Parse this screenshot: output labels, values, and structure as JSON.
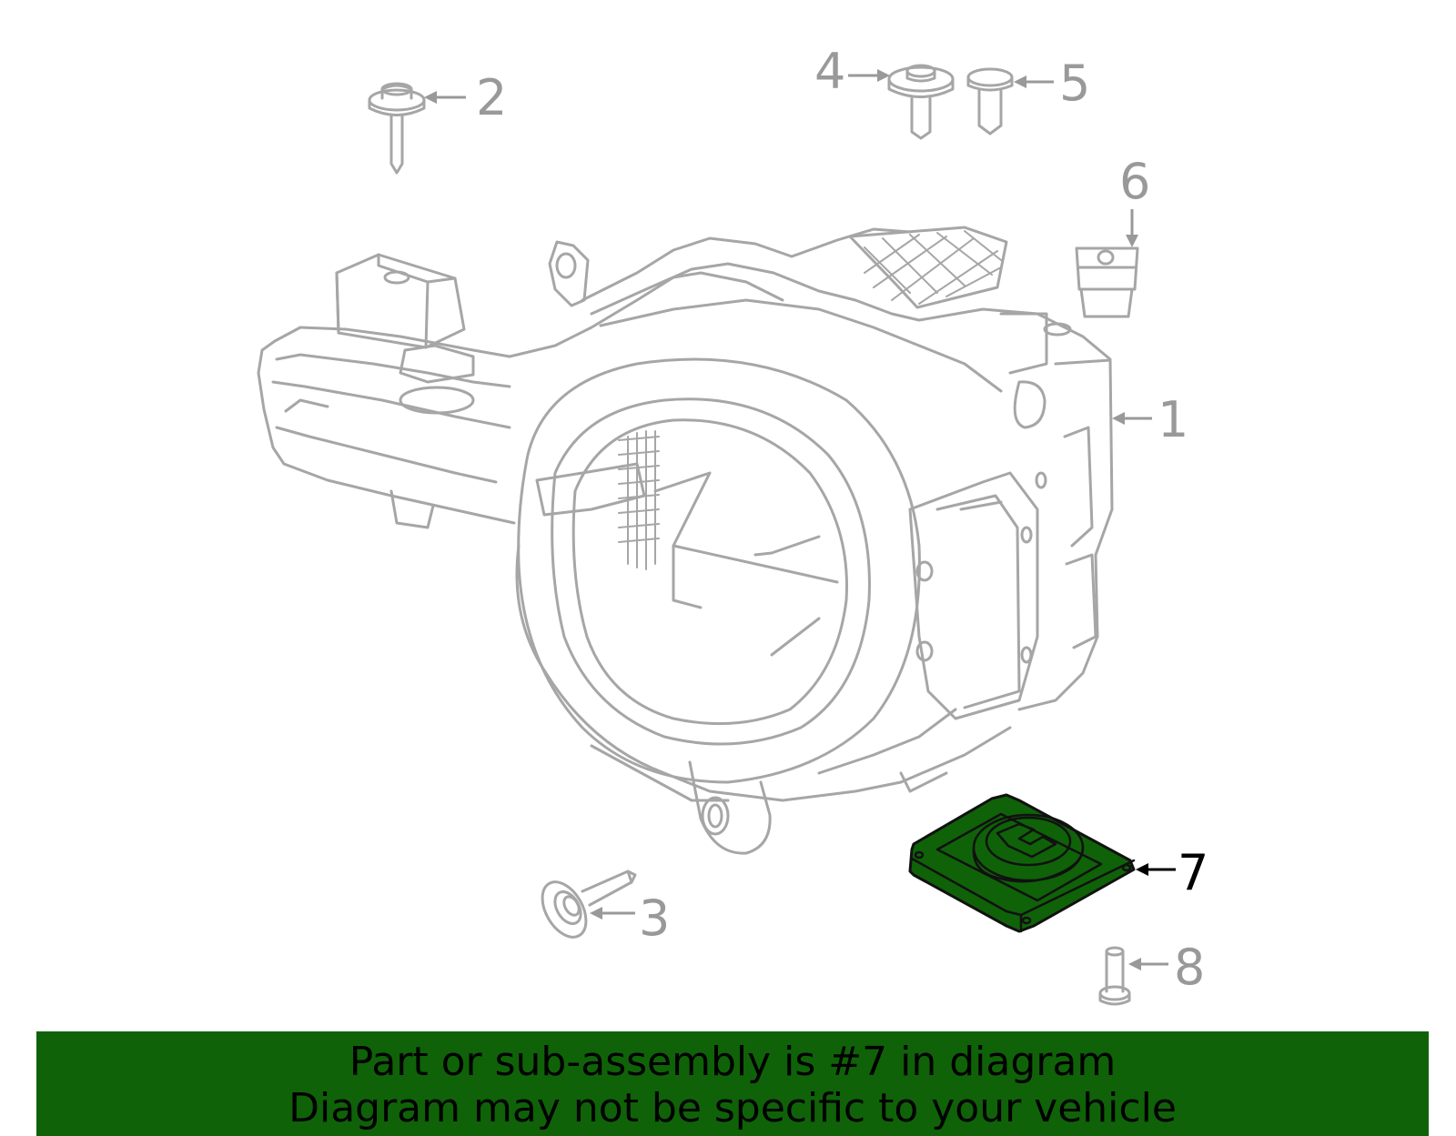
{
  "callouts": [
    {
      "number": "1",
      "part": "headlamp-housing",
      "highlighted": false
    },
    {
      "number": "2",
      "part": "screw",
      "highlighted": false
    },
    {
      "number": "3",
      "part": "bolt",
      "highlighted": false
    },
    {
      "number": "4",
      "part": "screw",
      "highlighted": false
    },
    {
      "number": "5",
      "part": "clip",
      "highlighted": false
    },
    {
      "number": "6",
      "part": "retainer",
      "highlighted": false
    },
    {
      "number": "7",
      "part": "control-module",
      "highlighted": true
    },
    {
      "number": "8",
      "part": "screw",
      "highlighted": false
    }
  ],
  "banner": {
    "line1": "Part or sub-assembly is #7 in diagram",
    "line2": "Diagram may not be specific to your vehicle",
    "background_color": "#0f6208"
  },
  "colors": {
    "line_art": "#a6a6a6",
    "label_gray": "#999999",
    "highlight_fill": "#0f6208",
    "highlight_outline": "#111111"
  }
}
